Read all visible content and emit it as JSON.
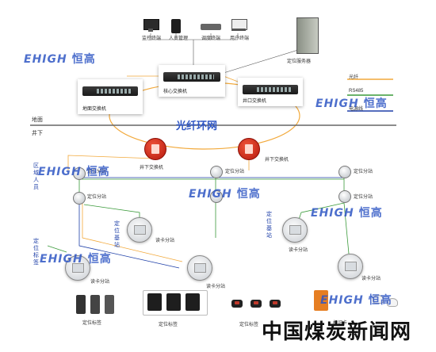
{
  "title": {
    "text": "光纤环网"
  },
  "layers": {
    "upper": "地面",
    "lower": "井下"
  },
  "watermark": {
    "latin": "EHIGH",
    "cn": "恒高"
  },
  "footer": {
    "text": "中国煤炭新闻网"
  },
  "devices": {
    "ground_switch": "地面交换机",
    "core_switch": "核心交换机",
    "right_switch": "井口交换机",
    "underground_switch_1": "井下交换机",
    "underground_switch_2": "井下交换机",
    "server": "定位服务器",
    "terminals": [
      "监控终端",
      "人员管理",
      "调度终端",
      "用户终端"
    ]
  },
  "side_labels": {
    "left_top": "区域人员",
    "left_bottom": "定位标签",
    "mid_left": "定位基站",
    "mid_right": "定位基站"
  },
  "branch": {
    "left_top_node": "定位分站",
    "left_mid_node": "定位分站",
    "center_node": "定位分站",
    "right_node": "定位分站",
    "right_mid_node": "定位分站",
    "reader_a": "读卡分站",
    "reader_b": "读卡分站",
    "reader_c": "读卡分站",
    "reader_d": "读卡分站",
    "reader_e": "读卡分站"
  },
  "legend": [
    "光纤",
    "RS485",
    "电源线"
  ],
  "bottom": [
    "定位标签",
    "定位标签",
    "定位标签",
    "标识卡"
  ],
  "colors": {
    "fiber": "#f2a93b",
    "rs485": "#3a9a3a",
    "power": "#1e3fa8",
    "watermark": "#2f56c4",
    "alarm": "#c0392b"
  }
}
